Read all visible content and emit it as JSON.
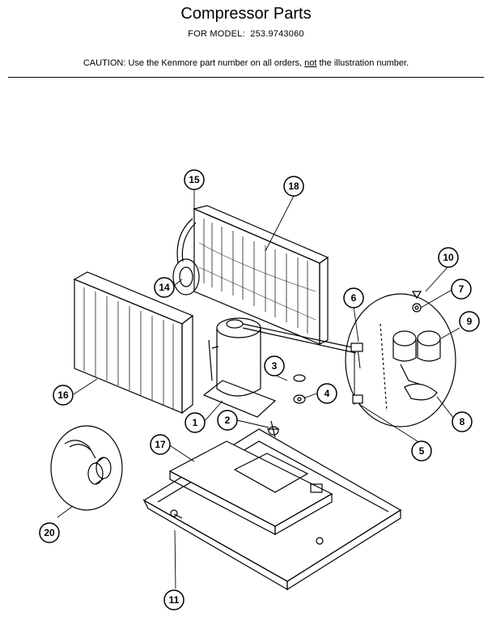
{
  "header": {
    "title": "Compressor Parts",
    "model_label": "FOR MODEL:",
    "model_number": "253.9743060",
    "caution_prefix": "CAUTION:  Use the Kenmore part number on all orders, ",
    "caution_emphasis": "not",
    "caution_suffix": " the illustration number."
  },
  "callouts": [
    "15",
    "18",
    "10",
    "7",
    "14",
    "6",
    "9",
    "3",
    "4",
    "16",
    "1",
    "2",
    "8",
    "17",
    "5",
    "20",
    "11"
  ]
}
